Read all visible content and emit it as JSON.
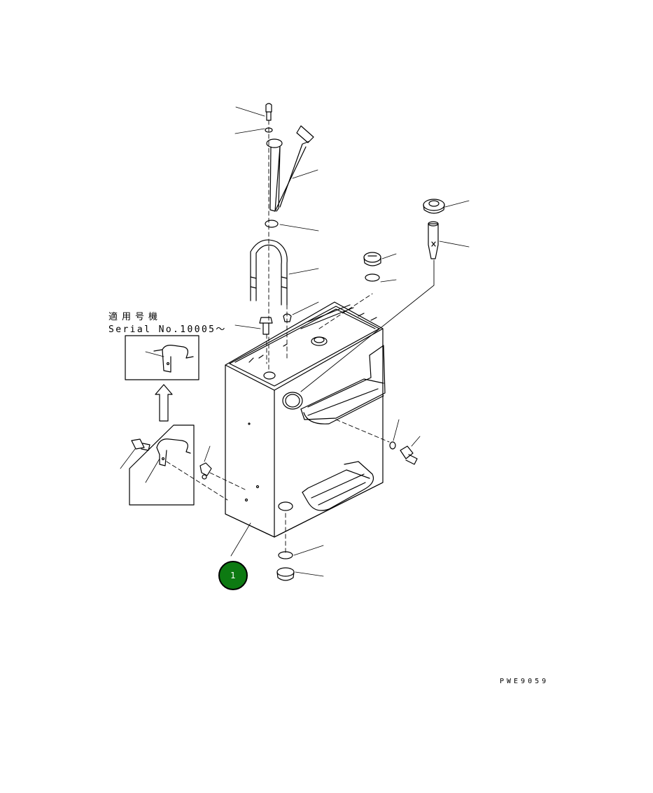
{
  "notes": {
    "applicable_serial_label": "適用号機",
    "serial_number_text": "Serial No.10005～"
  },
  "callouts": [
    {
      "label": "1",
      "color": "#0d7a12"
    }
  ],
  "drawing_code": "PWE9059"
}
